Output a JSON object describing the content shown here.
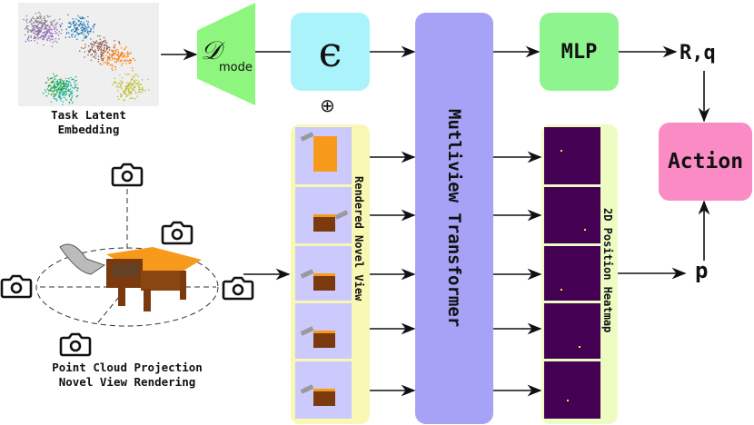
{
  "embedding": {
    "label_line1": "Task Latent",
    "label_line2": "Embedding",
    "cluster_colors": [
      "#7f7f7f",
      "#9467bd",
      "#1f77b4",
      "#8c564b",
      "#ff7f0e",
      "#17becf",
      "#2ca02c",
      "#bcbd22"
    ]
  },
  "decoder": {
    "symbol": "𝒟",
    "subscript": "mode",
    "color": "#8ef57e"
  },
  "epsilon": {
    "symbol": "ϵ",
    "color": "#aaf3fb"
  },
  "plus": {
    "symbol": "⊕"
  },
  "transformer": {
    "label": "Mutliview Transformer",
    "color": "#a6a2f6"
  },
  "mlp": {
    "label": "MLP",
    "color": "#8ef58e"
  },
  "rq": {
    "label": "R,q"
  },
  "action": {
    "label": "Action",
    "color": "#fb8bc4"
  },
  "p": {
    "label": "p"
  },
  "rendered_views": {
    "label": "Rendered Novel View",
    "color": "#f8f8b2",
    "tile_color": "#cccafc",
    "count": 5
  },
  "heatmaps": {
    "label": "2D Position Heatmap",
    "color": "#ecfcc2",
    "tile_color": "#440154",
    "highlight": "#fde725"
  },
  "point_cloud": {
    "label_line1": "Point Cloud Projection",
    "label_line2": "Novel View Rendering"
  }
}
